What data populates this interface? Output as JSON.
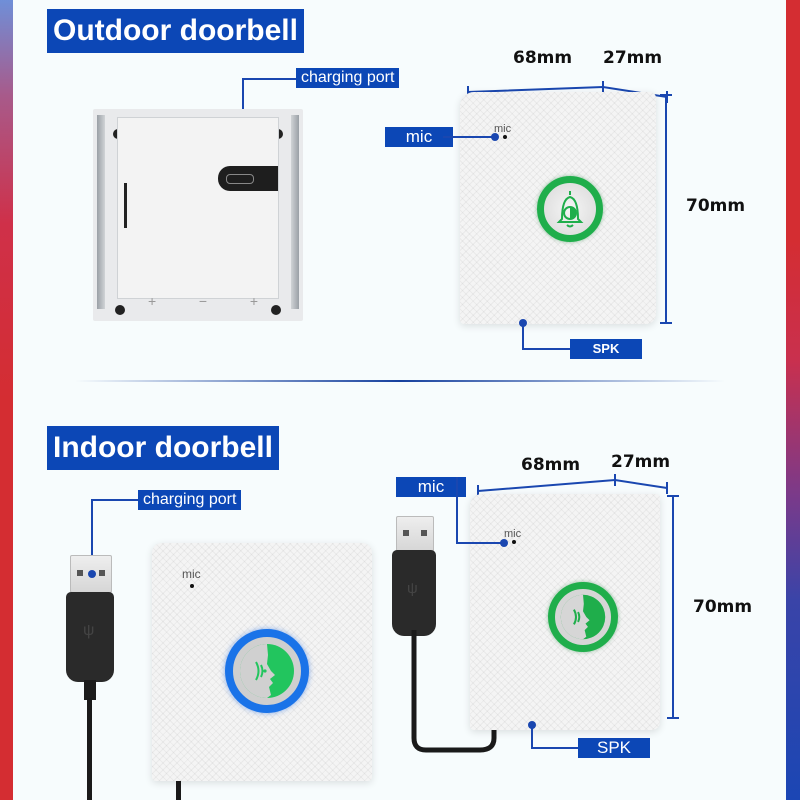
{
  "outdoor": {
    "title": "Outdoor doorbell",
    "callouts": {
      "charging_port": "charging port",
      "mic": "mic",
      "spk": "SPK"
    },
    "device_print": {
      "mic": "mic",
      "battery_markings": [
        "+",
        "−",
        "+"
      ]
    },
    "button_icon": "bell-icon",
    "ring_color": "#1fae4b",
    "dimensions": {
      "width": "68mm",
      "depth": "27mm",
      "height": "70mm"
    }
  },
  "indoor": {
    "title": "Indoor doorbell",
    "callouts": {
      "charging_port": "charging port",
      "mic": "mic",
      "spk": "SPK"
    },
    "device_print": {
      "mic": "mic"
    },
    "button_icon": "voice-icon",
    "left_unit_ring_color": "#1a73e8",
    "right_unit_ring_color": "#1fae4b",
    "dimensions": {
      "width": "68mm",
      "depth": "27mm",
      "height": "70mm"
    }
  },
  "colors": {
    "accent_blue": "#0c47b6",
    "edge_red": "#d42d32",
    "icon_green": "#22c55e"
  }
}
